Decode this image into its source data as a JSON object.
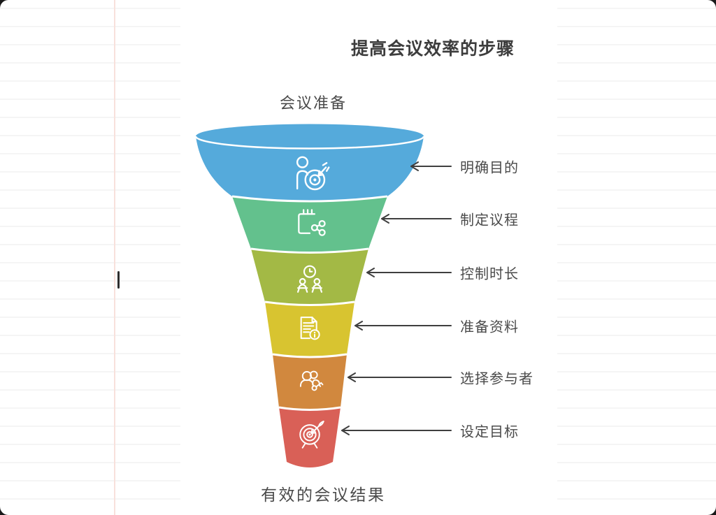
{
  "page": {
    "background_color": "#191919",
    "card_color": "#ffffff",
    "ruled_line_color": "#f5f5f5",
    "margin_line_color": "#f8e1dc",
    "caret_color": "#2d2d2d"
  },
  "diagram": {
    "title": "提高会议效率的步骤",
    "title_color": "#3d3d3d",
    "top_label": "会议准备",
    "bottom_label": "有效的会议结果",
    "label_color": "#4a4a4a",
    "arrow_color": "#3f3f3f",
    "separator_color": "#ffffff",
    "icon_stroke_color": "#ffffff",
    "stages": [
      {
        "label": "明确目的",
        "color": "#55aadb",
        "icon": "person-target-icon"
      },
      {
        "label": "制定议程",
        "color": "#63c18d",
        "icon": "notepad-share-icon"
      },
      {
        "label": "控制时长",
        "color": "#a3b945",
        "icon": "clock-attendees-icon"
      },
      {
        "label": "准备资料",
        "color": "#d8c430",
        "icon": "document-info-icon"
      },
      {
        "label": "选择参与者",
        "color": "#d1883e",
        "icon": "participants-key-icon"
      },
      {
        "label": "设定目标",
        "color": "#d96057",
        "icon": "target-dart-icon"
      }
    ]
  }
}
